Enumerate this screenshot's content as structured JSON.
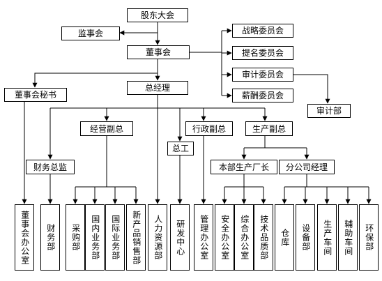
{
  "top": {
    "shareholders": "股东大会",
    "supervisory_board": "监事会",
    "board": "董事会",
    "board_secretary": "董事会秘书",
    "general_manager": "总经理"
  },
  "committees": {
    "strategy": "战略委员会",
    "nomination": "提名委员会",
    "audit": "审计委员会",
    "remuneration": "薪酬委员会",
    "audit_dept": "审计部"
  },
  "middle": {
    "business_vp": "经营副总",
    "admin_vp": "行政副总",
    "production_vp": "生产副总",
    "chief_engineer": "总工",
    "finance_director": "财务总监",
    "hq_production_director": "本部生产厂长",
    "branch_manager": "分公司经理"
  },
  "departments": [
    "董事会办公室",
    "财务部",
    "采购部",
    "国内业务部",
    "国际业务部",
    "新产品销售部",
    "人力资源部",
    "研发中心",
    "管理办公室",
    "安全办公室",
    "综合办公室",
    "技术品质部",
    "仓库",
    "设备部",
    "生产车间",
    "辅助车间",
    "环保部"
  ],
  "colors": {
    "line": "#000000",
    "box_border": "#000000",
    "background": "#ffffff"
  }
}
